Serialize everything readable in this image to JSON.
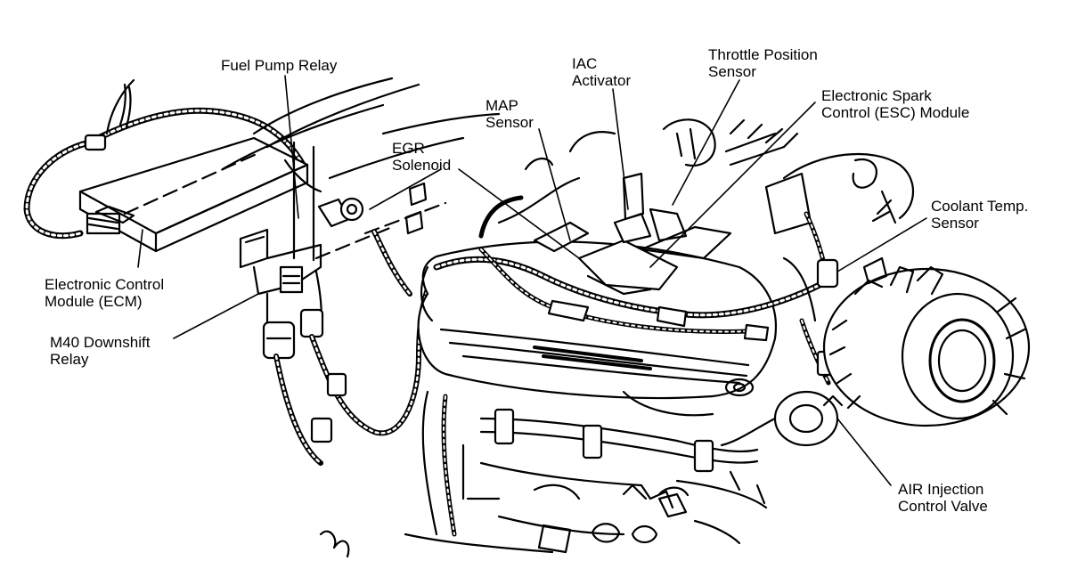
{
  "diagram": {
    "labels": {
      "fuel_pump_relay": [
        "Fuel Pump Relay"
      ],
      "ecm": [
        "Electronic Control",
        "Module (ECM)"
      ],
      "m40_relay": [
        "M40 Downshift",
        "Relay"
      ],
      "egr": [
        "EGR",
        "Solenoid"
      ],
      "map": [
        "MAP",
        "Sensor"
      ],
      "iac": [
        "IAC",
        "Activator"
      ],
      "tps": [
        "Throttle Position",
        "Sensor"
      ],
      "esc": [
        "Electronic Spark",
        "Control (ESC) Module"
      ],
      "coolant": [
        "Coolant Temp.",
        "Sensor"
      ],
      "air": [
        "AIR Injection",
        "Control Valve"
      ]
    },
    "line_color": "#000000",
    "background": "#ffffff"
  }
}
